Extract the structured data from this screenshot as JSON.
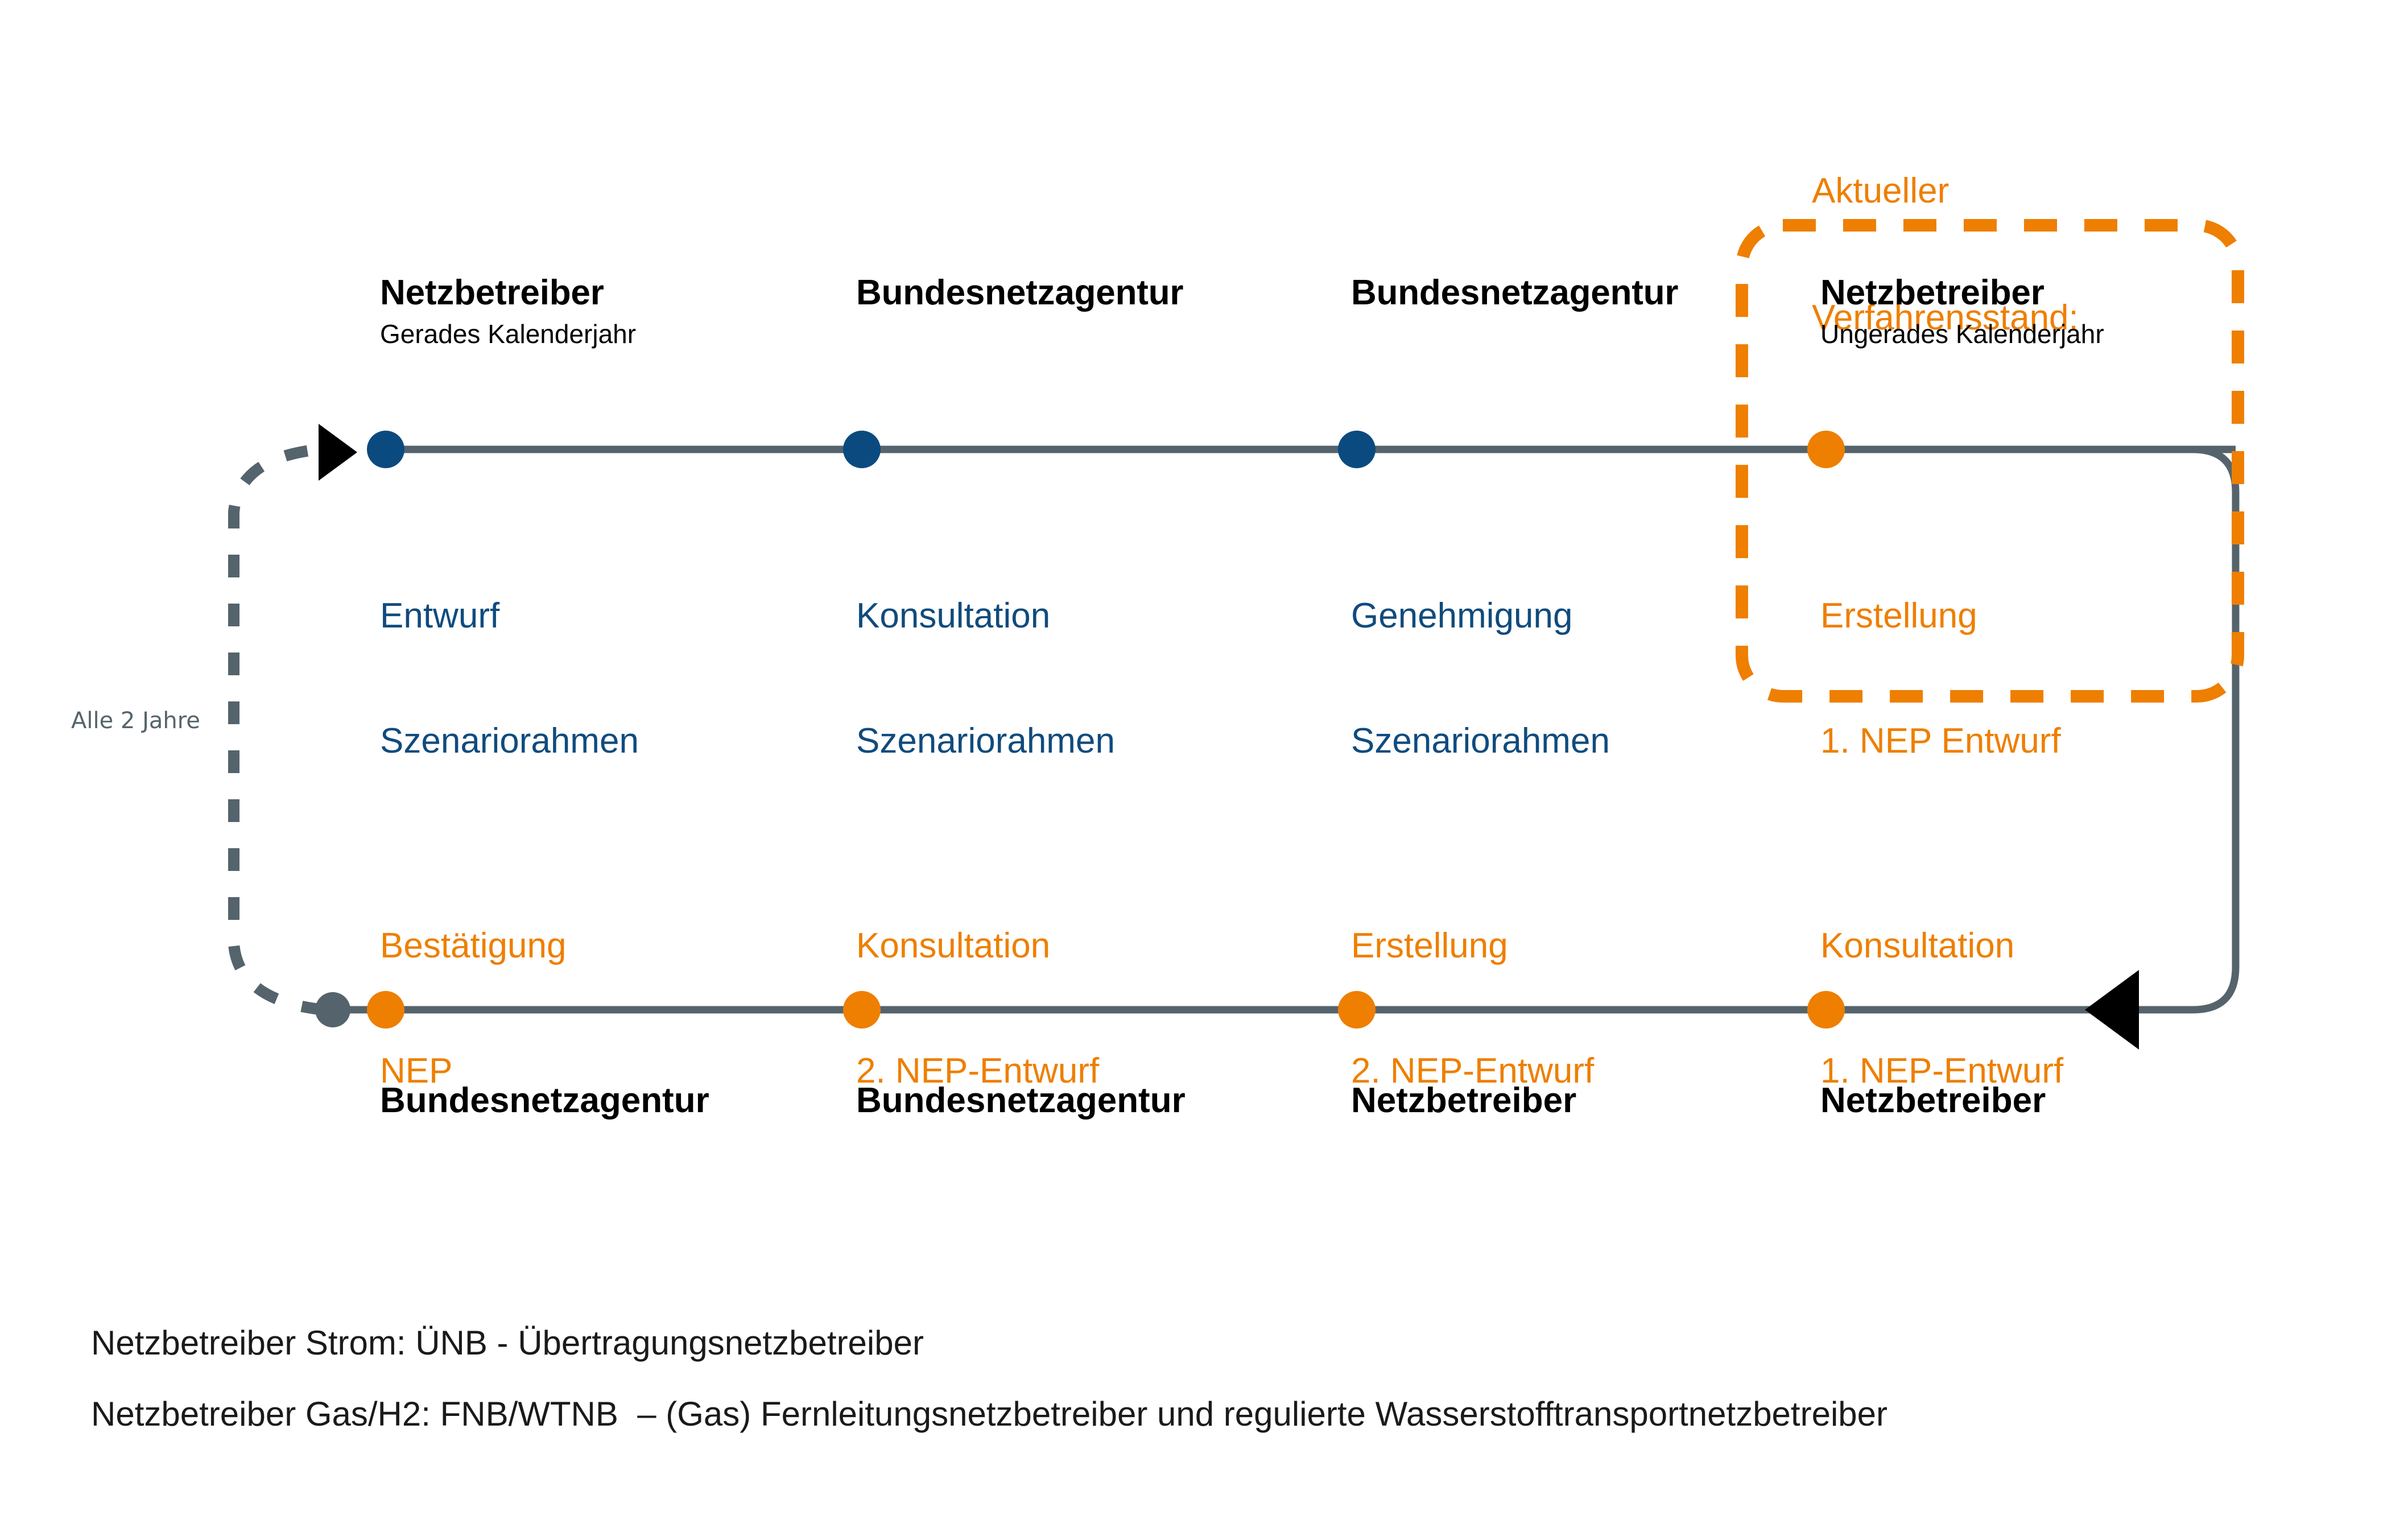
{
  "colors": {
    "orange": "#EE7F00",
    "blue_dot": "#0B4A7F",
    "blue_text": "#104B7D",
    "gray_line": "#55646C",
    "black": "#000000"
  },
  "status_note": {
    "line1": "Aktueller",
    "line2": "Verfahrensstand:"
  },
  "cycle_note": "Alle 2 Jahre",
  "top_row": [
    {
      "org": "Netzbetreiber",
      "org_sub": "Gerades Kalenderjahr",
      "phase_line1": "Entwurf",
      "phase_line2": "Szenariorahmen",
      "accent": "blue"
    },
    {
      "org": "Bundesnetzagentur",
      "org_sub": "",
      "phase_line1": "Konsultation",
      "phase_line2": "Szenariorahmen",
      "accent": "blue"
    },
    {
      "org": "Bundesnetzagentur",
      "org_sub": "",
      "phase_line1": "Genehmigung",
      "phase_line2": "Szenariorahmen",
      "accent": "blue"
    },
    {
      "org": "Netzbetreiber",
      "org_sub": "Ungerades Kalenderjahr",
      "phase_line1": "Erstellung",
      "phase_line2": "1. NEP Entwurf",
      "accent": "orange"
    }
  ],
  "bottom_row": [
    {
      "org": "Bundesnetzagentur",
      "phase_line1": "Bestätigung",
      "phase_line2": "NEP",
      "accent": "orange"
    },
    {
      "org": "Bundesnetzagentur",
      "phase_line1": "Konsultation",
      "phase_line2": "2. NEP-Entwurf",
      "accent": "orange"
    },
    {
      "org": "Netzbetreiber",
      "phase_line1": "Erstellung",
      "phase_line2": "2. NEP-Entwurf",
      "accent": "orange"
    },
    {
      "org": "Netzbetreiber",
      "phase_line1": "Konsultation",
      "phase_line2": "1. NEP-Entwurf",
      "accent": "orange"
    }
  ],
  "footnotes": [
    "Netzbetreiber Strom: ÜNB - Übertragungsnetzbetreiber",
    "Netzbetreiber Gas/H2: FNB/WTNB  – (Gas) Fernleitungsnetzbetreiber und regulierte Wasserstofftransportnetzbetreiber"
  ]
}
